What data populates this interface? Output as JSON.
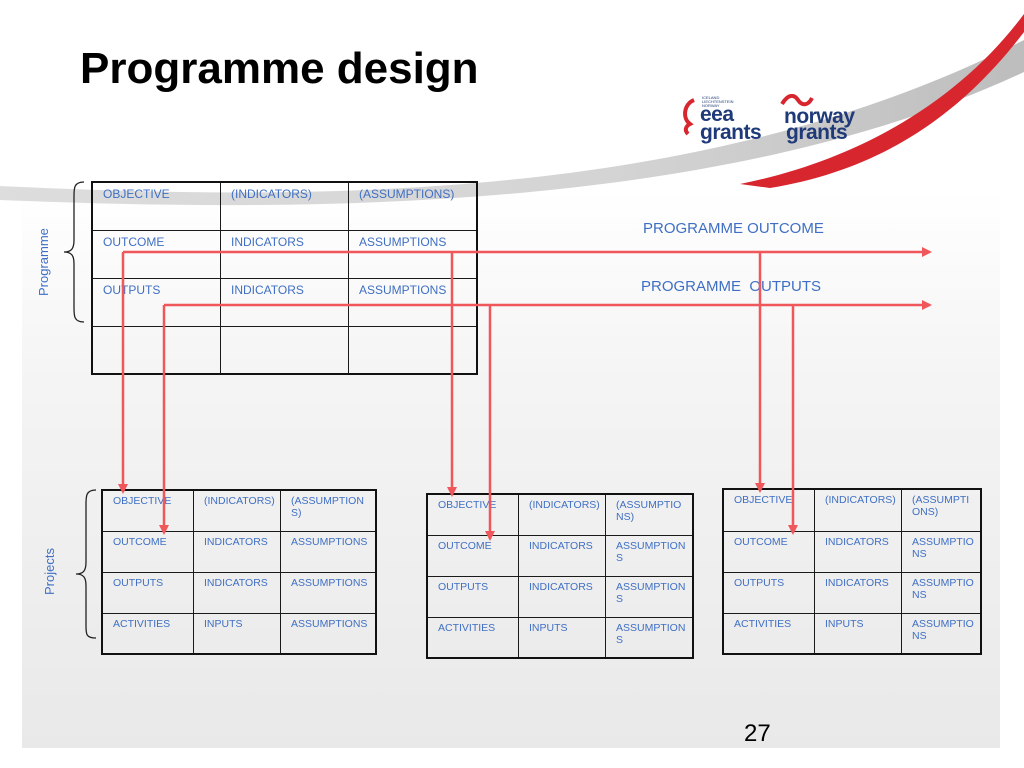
{
  "title": "Programme design",
  "page_number": "27",
  "logos": {
    "eea_small_text": "ICELAND LIECHTENSTEIN NORWAY",
    "eea_line1": "eea",
    "eea_line2": "grants",
    "norway_line1": "norway",
    "norway_line2": "grants"
  },
  "labels": {
    "programme": "Programme",
    "projects": "Projects",
    "programme_outcome": "PROGRAMME OUTCOME",
    "programme_outputs": "PROGRAMME  OUTPUTS"
  },
  "programme_table": [
    [
      "OBJECTIVE",
      "(INDICATORS)",
      "(ASSUMPTIONS)"
    ],
    [
      "OUTCOME",
      "INDICATORS",
      "ASSUMPTIONS"
    ],
    [
      "OUTPUTS",
      "INDICATORS",
      "ASSUMPTIONS"
    ],
    [
      "",
      "",
      ""
    ]
  ],
  "project_tables": [
    [
      [
        "OBJECTIVE",
        "(INDICATORS)",
        "(ASSUMPTIONS)"
      ],
      [
        "OUTCOME",
        "INDICATORS",
        "ASSUMPTIONS"
      ],
      [
        "OUTPUTS",
        "INDICATORS",
        "ASSUMPTIONS"
      ],
      [
        "ACTIVITIES",
        "INPUTS",
        "ASSUMPTIONS"
      ]
    ],
    [
      [
        "OBJECTIVE",
        "(INDICATORS)",
        "(ASSUMPTIONS)"
      ],
      [
        "OUTCOME",
        "INDICATORS",
        "ASSUMPTIONS"
      ],
      [
        "OUTPUTS",
        "INDICATORS",
        "ASSUMPTIONS"
      ],
      [
        "ACTIVITIES",
        "INPUTS",
        "ASSUMPTIONS"
      ]
    ],
    [
      [
        "OBJECTIVE",
        "(INDICATORS)",
        "(ASSUMPTIONS)"
      ],
      [
        "OUTCOME",
        "INDICATORS",
        "ASSUMPTIONS"
      ],
      [
        "OUTPUTS",
        "INDICATORS",
        "ASSUMPTIONS"
      ],
      [
        "ACTIVITIES",
        "INPUTS",
        "ASSUMPTIONS"
      ]
    ]
  ],
  "colors": {
    "text_blue": "#3f6fc4",
    "arrow_red": "#f0575a",
    "swoosh_red": "#d8262e",
    "logo_navy": "#1f3a78"
  }
}
